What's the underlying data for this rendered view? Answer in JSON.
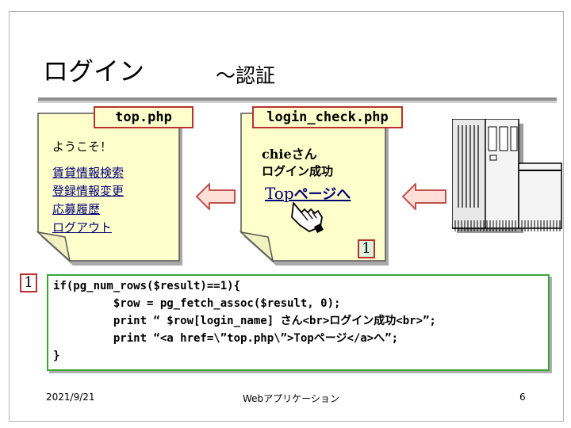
{
  "slide": {
    "title": "ログイン",
    "subtitle": "～認証"
  },
  "tags": {
    "top": "top.php",
    "login_check": "login_check.php"
  },
  "top_page": {
    "welcome": "ようこそ！",
    "menu": [
      "賃貸情報検索",
      "登録情報変更",
      "応募履歴",
      "ログアウト"
    ]
  },
  "login_page": {
    "user": "chieさん",
    "message": "ログイン成功",
    "link_prefix": "Top",
    "link_suffix": "ページへ"
  },
  "markers": {
    "left": "1",
    "right": "1"
  },
  "code": "if(pg_num_rows($result)==1){\n         $row = pg_fetch_assoc($result, 0);\n         print “ $row[login_name] さん<br>ログイン成功<br>”;\n         print “<a href=\\”top.php\\”>Topページ</a>へ”;\n}",
  "footer": {
    "date": "2021/9/21",
    "center": "Webアプリケーション",
    "page": "6"
  },
  "icons": [
    "hand-cursor-icon",
    "server-icon",
    "left-arrow-icon"
  ],
  "colors": {
    "note_fill": "#ffffcc",
    "tag_border": "#b8312f",
    "arrow_fill": "#ffe0d8",
    "arrow_stroke": "#c0504d",
    "code_border": "#3aa63a",
    "link": "#000078"
  }
}
